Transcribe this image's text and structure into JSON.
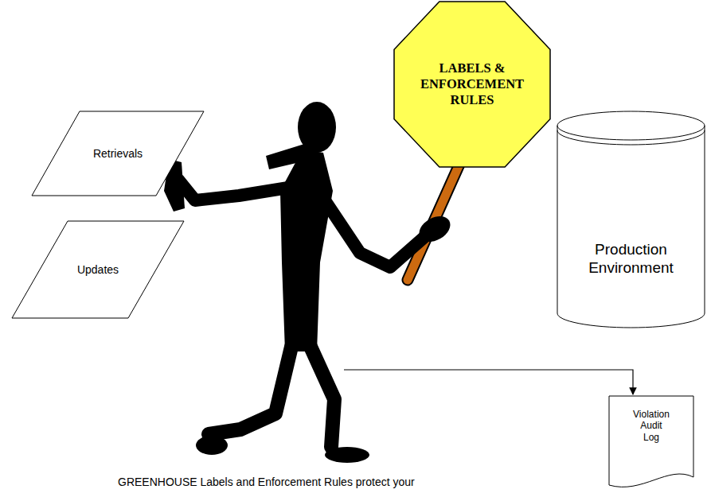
{
  "diagram": {
    "caption": "GREENHOUSE Labels and Enforcement Rules protect your",
    "nodes": [
      {
        "text": [
          "LABELS & ENFORCEMENT RULES"
        ]
      },
      {
        "text": [
          "Retrievals"
        ]
      },
      {
        "text": [
          "Production Environment"
        ]
      },
      {
        "text": [
          "Updates"
        ]
      },
      {
        "text": [
          "Violation Audit Log"
        ]
      }
    ]
  }
}
